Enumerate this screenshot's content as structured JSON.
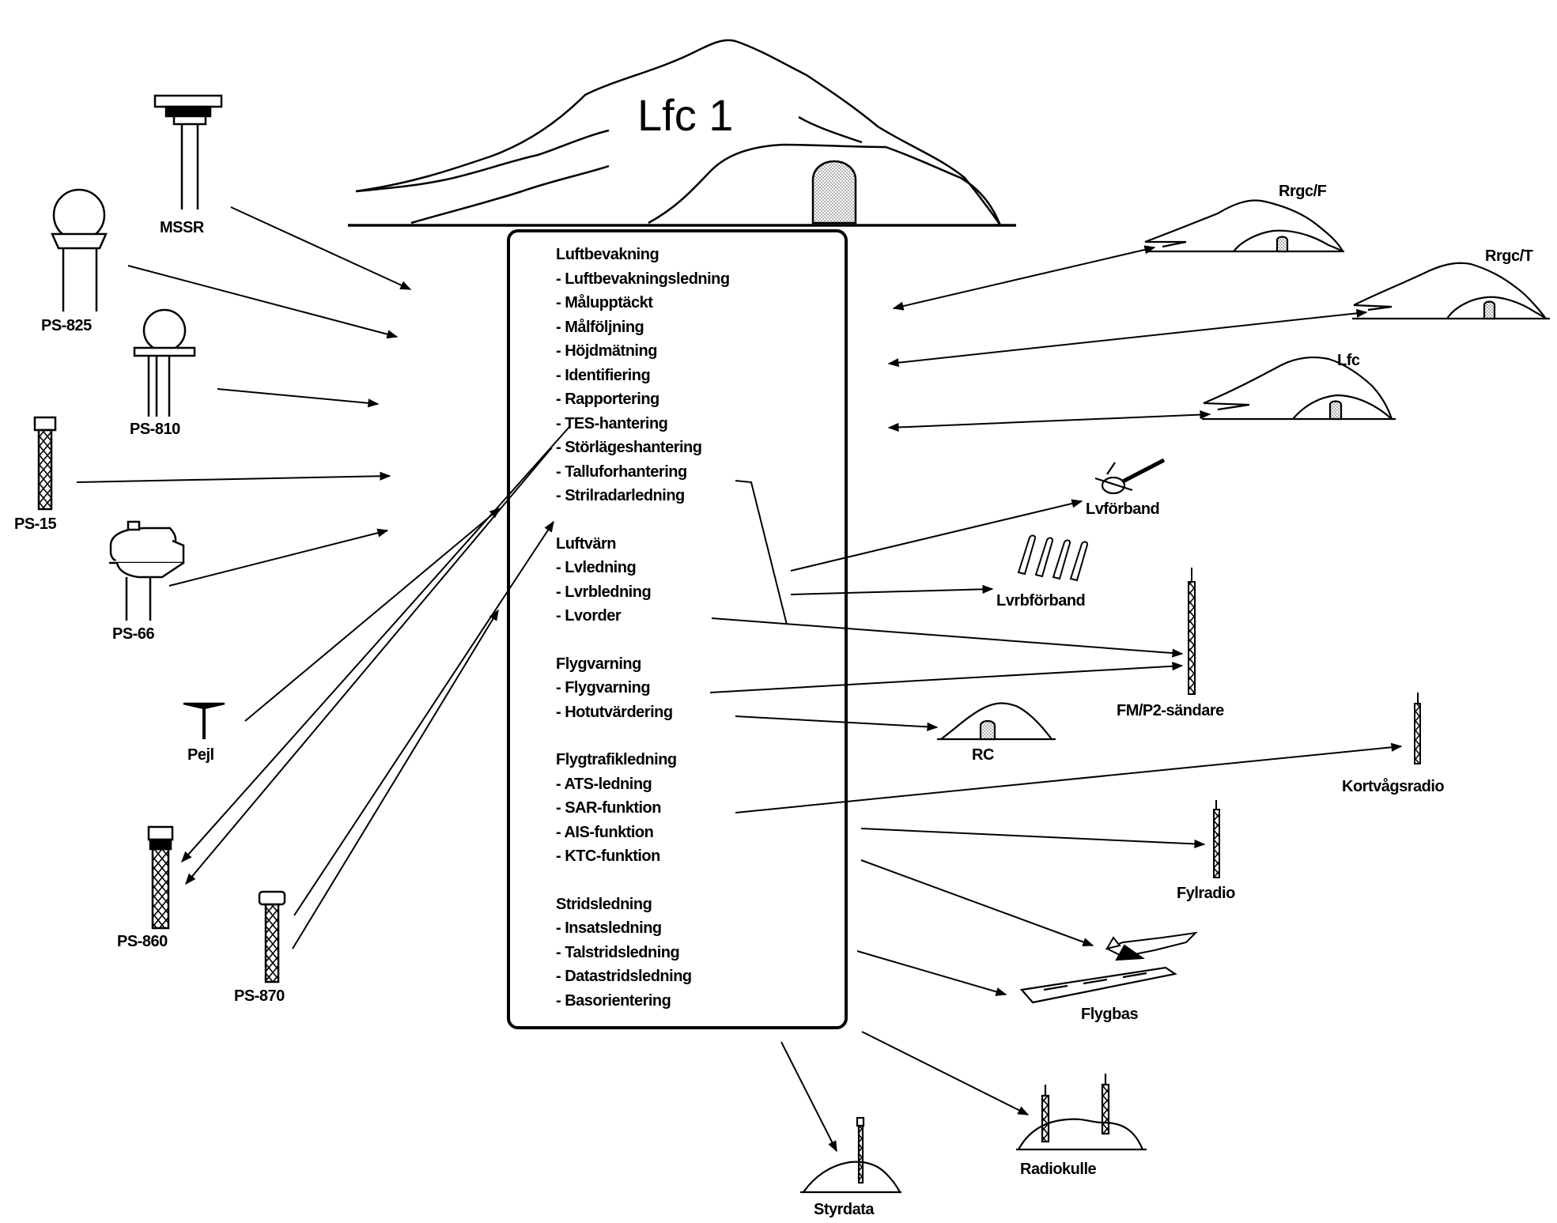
{
  "centre": {
    "name": "Lfc 1",
    "groups": [
      {
        "heading": "Luftbevakning",
        "items": [
          "Luftbevakningsledning",
          "Målupptäckt",
          "Målföljning",
          "Höjdmätning",
          "Identifiering",
          "Rapportering",
          "TES-hantering",
          "Störlägeshantering",
          "Talluforhantering",
          "Strilradarledning"
        ]
      },
      {
        "heading": "Luftvärn",
        "items": [
          "Lvledning",
          "Lvrbledning",
          "Lvorder"
        ]
      },
      {
        "heading": "Flygvarning",
        "items": [
          "Flygvarning",
          "Hotutvärdering"
        ]
      },
      {
        "heading": "Flygtrafikledning",
        "items": [
          "ATS-ledning",
          "SAR-funktion",
          "AIS-funktion",
          "KTC-funktion"
        ]
      },
      {
        "heading": "Stridsledning",
        "items": [
          "Insatsledning",
          "Talstridsledning",
          "Datastridsledning",
          "Basorientering"
        ]
      }
    ]
  },
  "sensors": {
    "mssr": "MSSR",
    "ps825": "PS-825",
    "ps810": "PS-810",
    "ps15": "PS-15",
    "ps66": "PS-66",
    "pejl": "Pejl",
    "ps860": "PS-860",
    "ps870": "PS-870"
  },
  "units": {
    "rrgcf": "Rrgc/F",
    "rrgct": "Rrgc/T",
    "lfc": "Lfc",
    "lvforband": "Lvförband",
    "lvrbforband": "Lvrbförband",
    "fm_p2": "FM/P2-sändare",
    "rc": "RC",
    "kortvagsradio": "Kortvågsradio",
    "fylradio": "Fylradio",
    "flygbas": "Flygbas",
    "radiokulle": "Radiokulle",
    "styrdata": "Styrdata"
  }
}
